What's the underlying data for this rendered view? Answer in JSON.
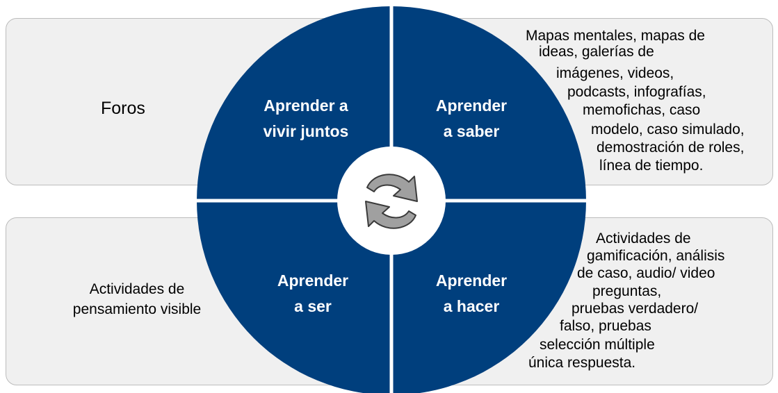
{
  "colors": {
    "quadrant": "#003f7d",
    "panel": "#f0f0f0",
    "divider": "#ffffff",
    "cycle_arrows": "#a0a0a0"
  },
  "center_icon": "cycle-arrows-icon",
  "quadrants": {
    "top_left": [
      "Aprender a",
      "vivir juntos"
    ],
    "top_right": [
      "Aprender",
      "a saber"
    ],
    "bottom_left": [
      "Aprender",
      "a ser"
    ],
    "bottom_right": [
      "Aprender",
      "a hacer"
    ]
  },
  "activities": {
    "top_left": [
      "Foros"
    ],
    "top_right": [
      "Mapas mentales, mapas de",
      "ideas, galerías de",
      "imágenes, videos,",
      "podcasts, infografías,",
      "memofichas, caso",
      "modelo, caso simulado,",
      "demostración de roles,",
      "línea de tiempo."
    ],
    "bottom_left": [
      "Actividades de",
      "pensamiento visible"
    ],
    "bottom_right": [
      "Actividades de",
      "gamificación, análisis",
      "de caso, audio/ video",
      "preguntas,",
      "pruebas verdadero/",
      "falso, pruebas",
      "selección múltiple",
      "única respuesta."
    ]
  }
}
